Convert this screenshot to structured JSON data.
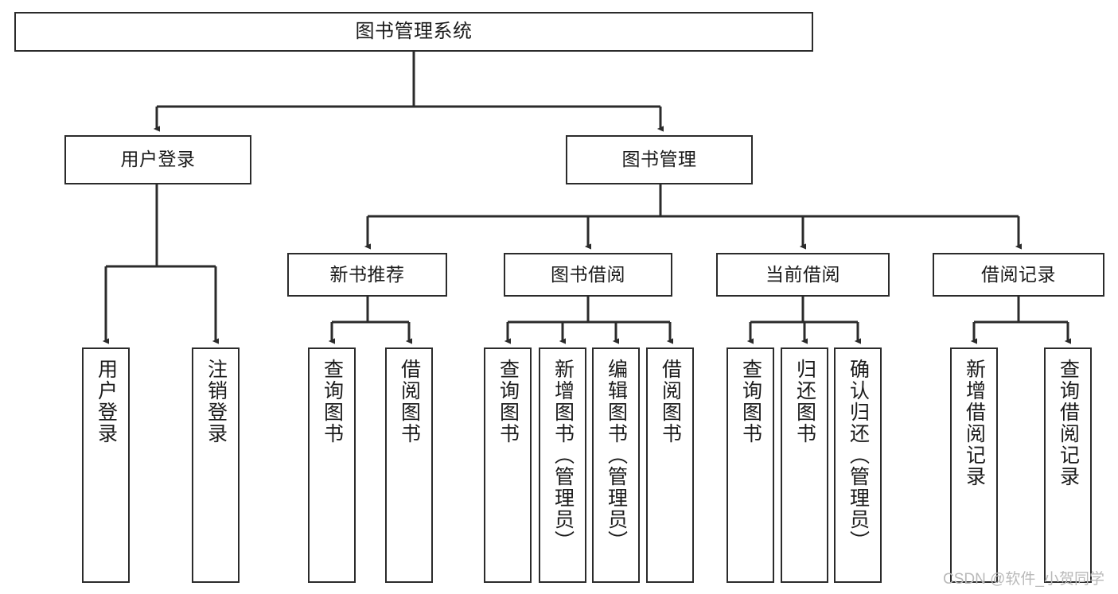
{
  "diagram": {
    "title": "图书管理系统",
    "watermark": "CSDN @软件_小贺同学",
    "colors": {
      "stroke": "#2b2b2b",
      "fill": "#ffffff",
      "text": "#1b1b1b",
      "watermark": "#b9b9b9"
    },
    "root": {
      "label": "图书管理系统"
    },
    "level2": [
      {
        "label": "用户登录"
      },
      {
        "label": "图书管理"
      }
    ],
    "level3": [
      {
        "label": "新书推荐"
      },
      {
        "label": "图书借阅"
      },
      {
        "label": "当前借阅"
      },
      {
        "label": "借阅记录"
      }
    ],
    "leaves": {
      "user_login": [
        {
          "label": "用户登录"
        },
        {
          "label": "注销登录"
        }
      ],
      "new_book": [
        {
          "label": "查询图书"
        },
        {
          "label": "借阅图书"
        }
      ],
      "book_borrow": [
        {
          "label": "查询图书"
        },
        {
          "label": "新增图书（管理员）"
        },
        {
          "label": "编辑图书（管理员）"
        },
        {
          "label": "借阅图书"
        }
      ],
      "current_borrow": [
        {
          "label": "查询图书"
        },
        {
          "label": "归还图书"
        },
        {
          "label": "确认归还（管理员）"
        }
      ],
      "borrow_record": [
        {
          "label": "新增借阅记录"
        },
        {
          "label": "查询借阅记录"
        }
      ]
    }
  }
}
